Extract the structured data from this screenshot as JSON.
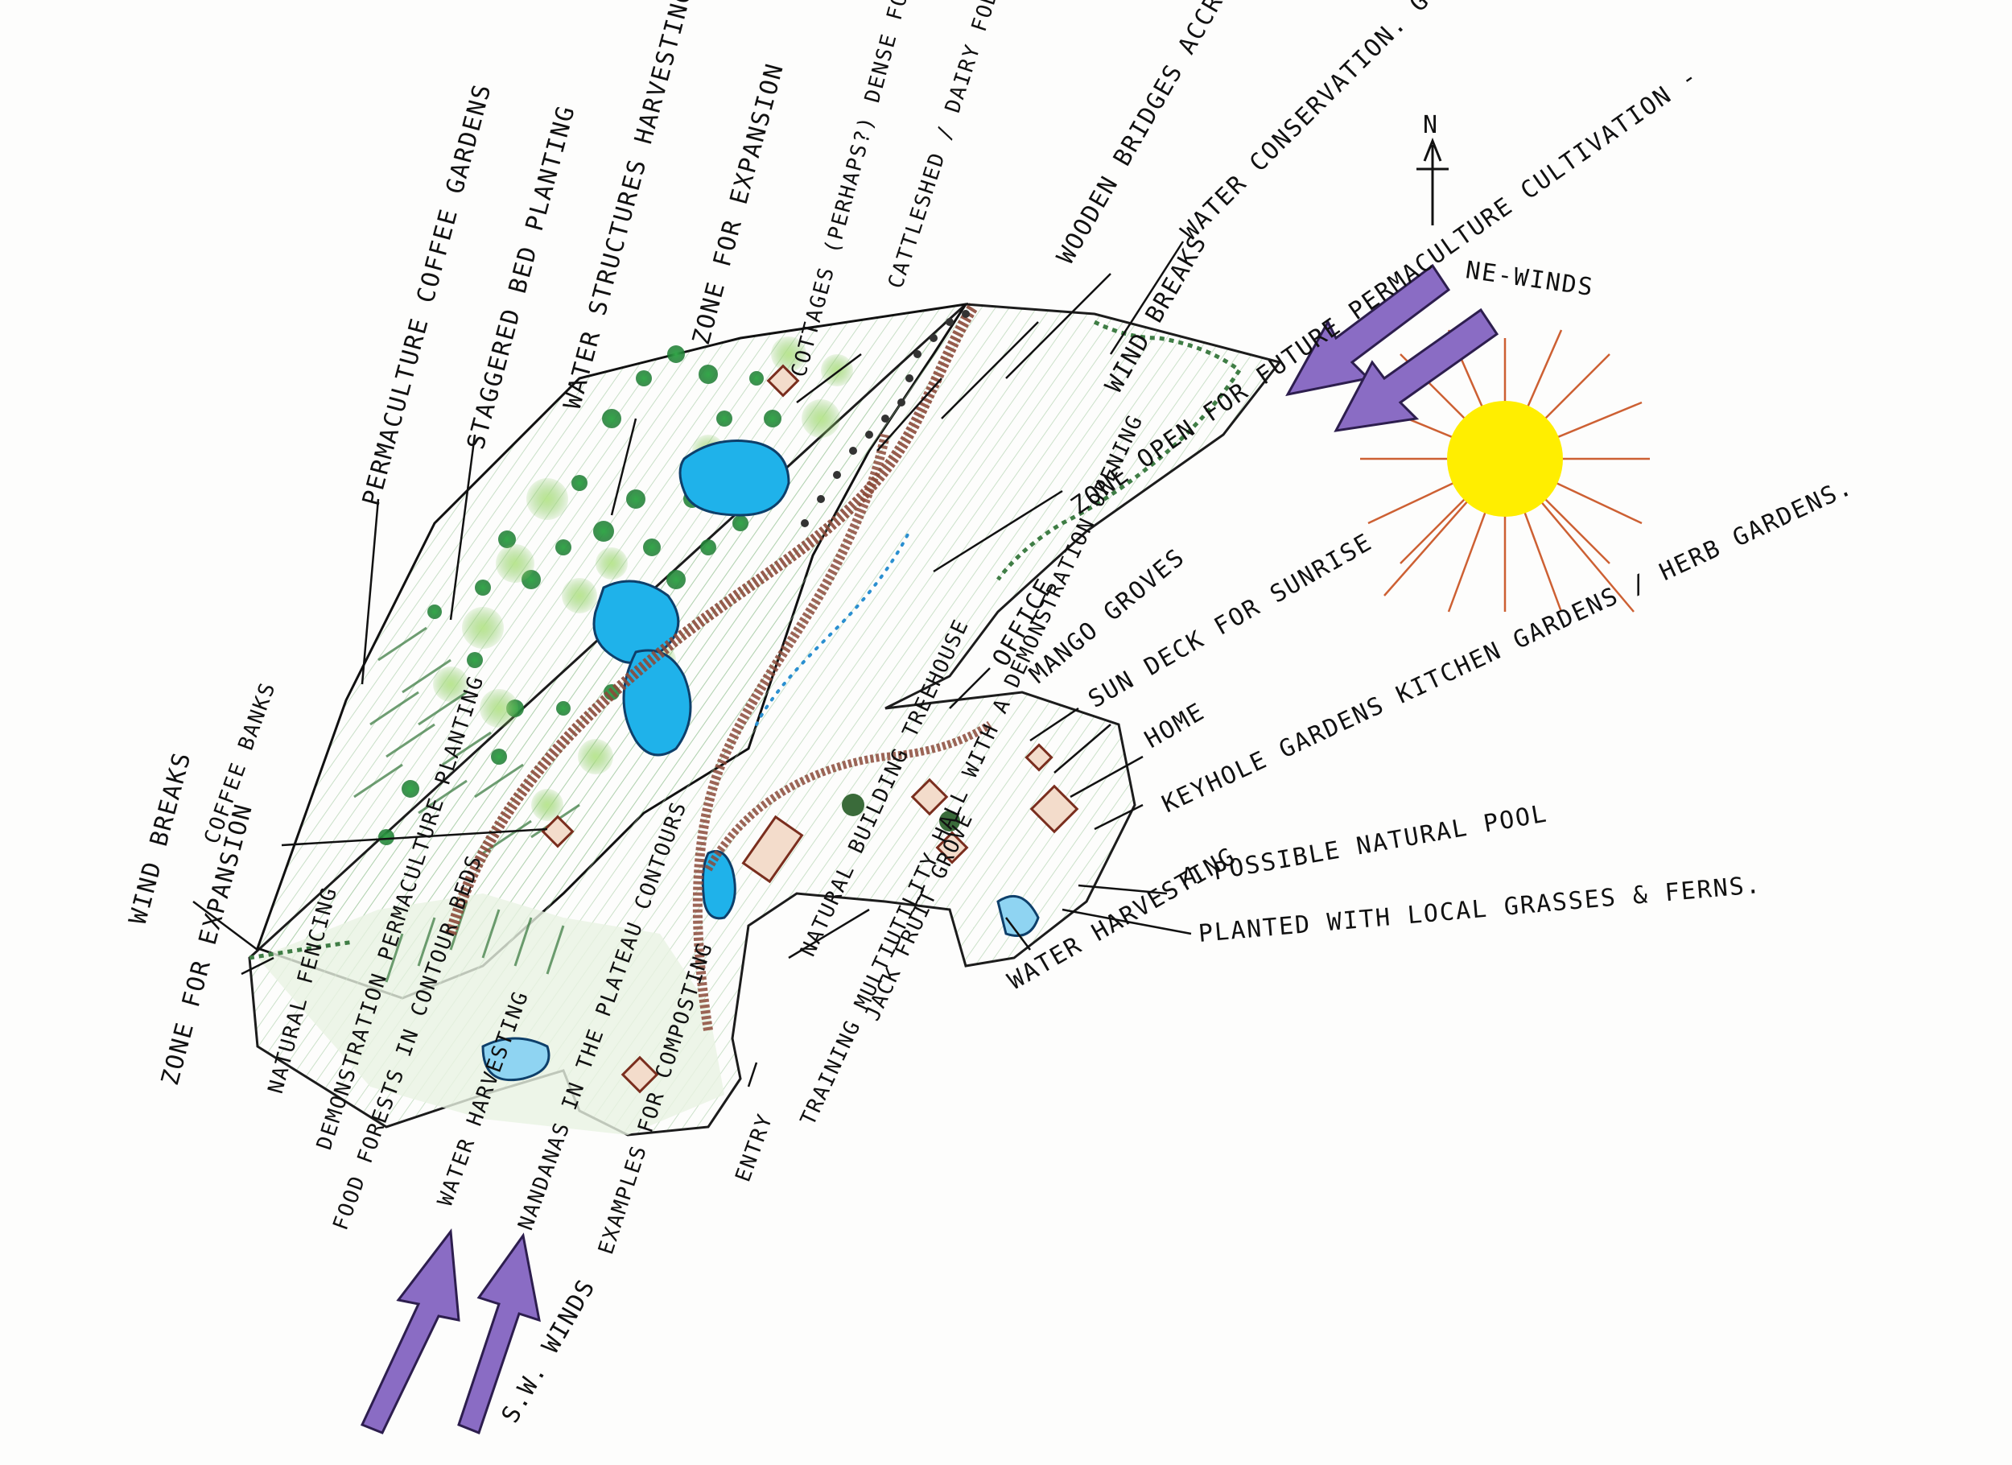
{
  "map": {
    "labels": {
      "permaculture_coffee": "PERMACULTURE COFFEE GARDENS",
      "staggered_bed": "STAGGERED BED PLANTING",
      "water_structures": "WATER STRUCTURES HARVESTING POOLS",
      "zone_expansion_cottages": "ZONE FOR EXPANSION",
      "cottages": "COTTAGES (PERHAPS?) DENSE FOREST TREES.",
      "cattle_shed": "CATTLESHED / DAIRY FODDER RELATED BIODIVERSITY GRAZING ZONE",
      "wooden_bridges": "WOODEN BRIDGES ACCROSS PERCOLATION TANKS.",
      "water_conservation": "WATER CONSERVATION. GULLY PLUGS & WATER CHANNELS.",
      "wind_breaks_top": "WIND BREAKS",
      "zone_open": "ZONE OPEN FOR FUTURE PERMACULTURE CULTIVATION -",
      "ne_winds": "NE-WINDS",
      "office": "OFFICE",
      "mango": "MANGO GROVES",
      "sundeck": "SUN DECK FOR SUNRISE",
      "home": "HOME",
      "keyhole": "KEYHOLE GARDENS KITCHEN GARDENS / HERB GARDENS.",
      "pool": "A POSSIBLE NATURAL POOL",
      "planted": "PLANTED WITH LOCAL GRASSES & FERNS.",
      "water_harvesting_right": "WATER HARVESTING",
      "coffee_banks": "COFFEE BANKS",
      "wind_breaks_left": "WIND BREAKS",
      "zone_expansion_left": "ZONE FOR EXPANSION",
      "natural_fencing": "NATURAL FENCING",
      "demonstration": "DEMONSTRATION PERMACULTURE PLANTING",
      "food_forests": "FOOD FORESTS IN CONTOUR BEDS",
      "water_harvesting_left": "WATER HARVESTING",
      "nandanas": "NANDANAS IN THE PLATEAU CONTOURS",
      "examples": "EXAMPLES FOR COMPOSTING",
      "entry": "ENTRY",
      "training": "TRAINING MULTIUTILITY HALL WITH A DEMONSTRATION OPENING",
      "natural_building": "NATURAL BUILDING TREEHOUSE",
      "jackfruit": "JACK FRUIT GROVE",
      "sw_winds": "S.W. WINDS"
    },
    "colors": {
      "water": "#1fb2ea",
      "sun": "#ffee00",
      "sun_rays": "#c8501e",
      "wind_arrow": "#8a6cc4",
      "path": "#8b4a3a",
      "tree_dark": "#1e7a33",
      "tree_light": "#8fd06a",
      "grass": "#5b8f4a",
      "ink": "#111111"
    },
    "icons": [
      "north-arrow-icon",
      "sun-icon",
      "wind-arrow-icon",
      "hut-icon"
    ]
  }
}
